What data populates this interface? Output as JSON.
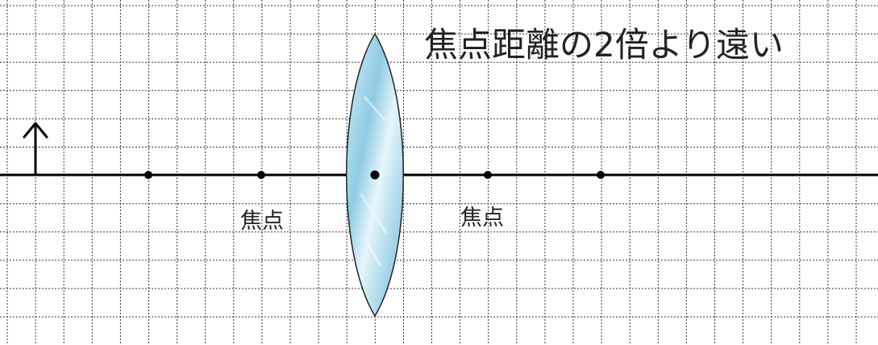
{
  "title": "焦点距離の2倍より遠い",
  "labels": {
    "focal_left": "焦点",
    "focal_right": "焦点"
  },
  "colors": {
    "background": "#ffffff",
    "grid": "#333333",
    "axis": "#000000",
    "lens_fill": "#a9d8ea",
    "lens_stroke": "#222222",
    "text": "#222222"
  },
  "diagram": {
    "grid_style": "dotted",
    "object": "upward-arrow",
    "element": "convex-lens",
    "axis_points": [
      "2F",
      "F",
      "lens-center",
      "F",
      "2F"
    ]
  }
}
